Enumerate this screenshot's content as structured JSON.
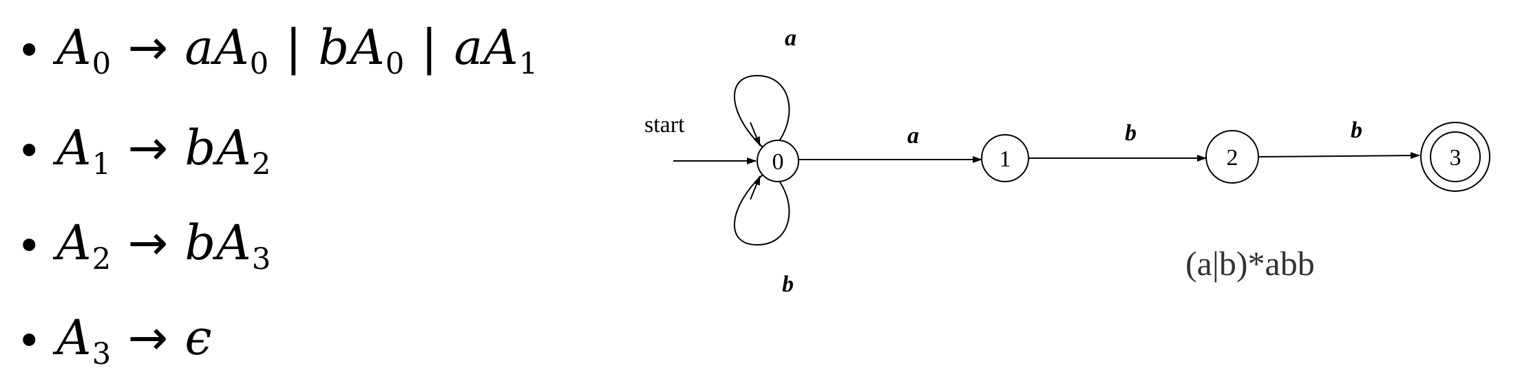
{
  "grammar": {
    "bullet": "•",
    "rules": [
      {
        "lhs": "A",
        "lhs_sub": "0",
        "arrow": "→",
        "alternatives": [
          {
            "sym": "a",
            "nt": "A",
            "sub": "0"
          },
          {
            "sym": "b",
            "nt": "A",
            "sub": "0"
          },
          {
            "sym": "a",
            "nt": "A",
            "sub": "1"
          }
        ],
        "separator": "|"
      },
      {
        "lhs": "A",
        "lhs_sub": "1",
        "arrow": "→",
        "alternatives": [
          {
            "sym": "b",
            "nt": "A",
            "sub": "2"
          }
        ],
        "separator": "|"
      },
      {
        "lhs": "A",
        "lhs_sub": "2",
        "arrow": "→",
        "alternatives": [
          {
            "sym": "b",
            "nt": "A",
            "sub": "3"
          }
        ],
        "separator": "|"
      },
      {
        "lhs": "A",
        "lhs_sub": "3",
        "arrow": "→",
        "alternatives": [
          {
            "sym": "ϵ",
            "nt": "",
            "sub": ""
          }
        ],
        "separator": "|"
      }
    ]
  },
  "automaton": {
    "start_label": "start",
    "states": [
      {
        "id": "0",
        "accepting": false
      },
      {
        "id": "1",
        "accepting": false
      },
      {
        "id": "2",
        "accepting": false
      },
      {
        "id": "3",
        "accepting": true
      }
    ],
    "transitions": [
      {
        "from": "0",
        "to": "0",
        "label": "a",
        "kind": "self-loop-top"
      },
      {
        "from": "0",
        "to": "0",
        "label": "b",
        "kind": "self-loop-bottom"
      },
      {
        "from": "0",
        "to": "1",
        "label": "a",
        "kind": "straight"
      },
      {
        "from": "1",
        "to": "2",
        "label": "b",
        "kind": "straight"
      },
      {
        "from": "2",
        "to": "3",
        "label": "b",
        "kind": "straight"
      }
    ],
    "regex_caption": "(a|b)*abb",
    "stroke_color": "#000000",
    "caption_color": "#333333"
  }
}
